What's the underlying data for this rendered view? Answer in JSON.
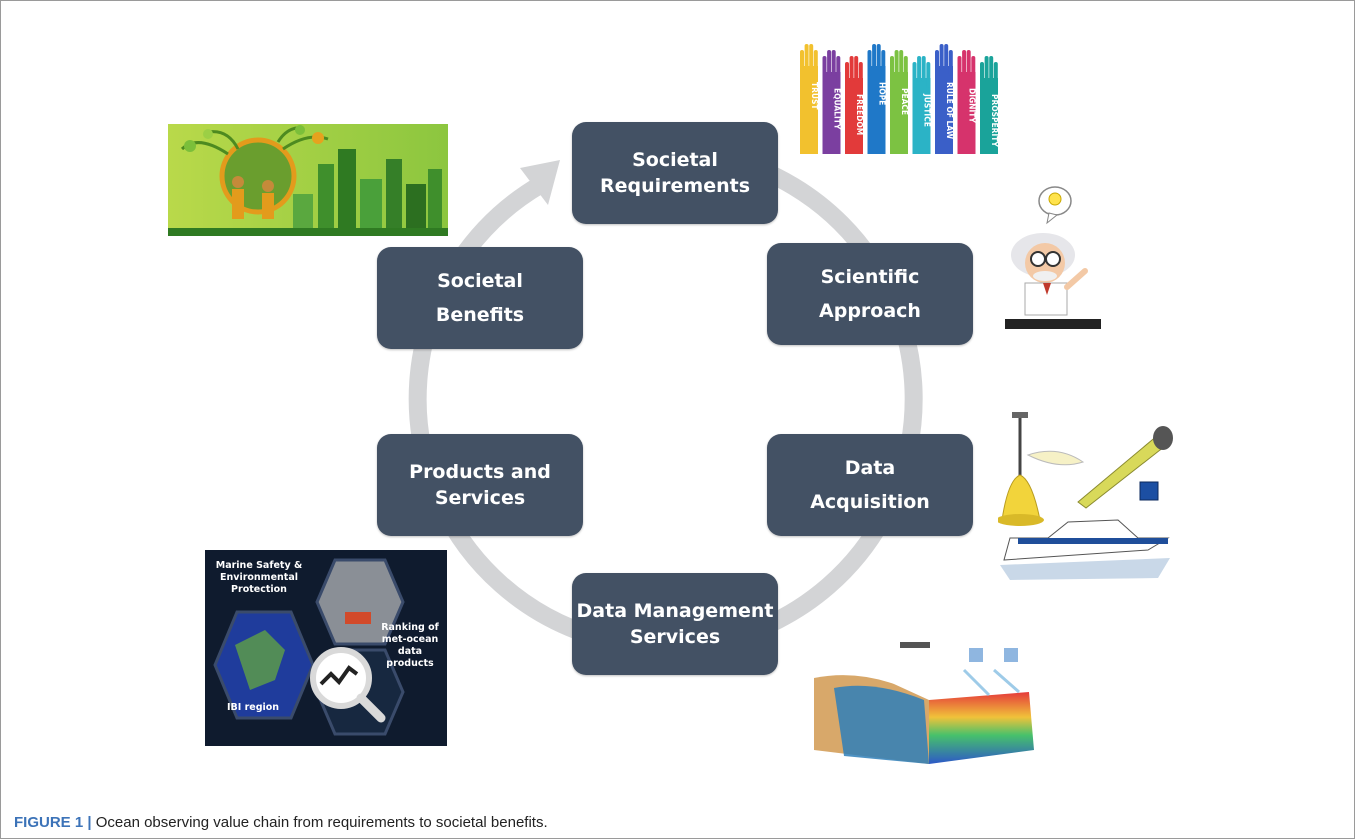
{
  "nodes": {
    "societal_requirements": [
      "Societal",
      "Requirements"
    ],
    "scientific_approach": [
      "Scientific",
      "Approach"
    ],
    "data_acquisition": [
      "Data",
      "Acquisition"
    ],
    "data_management": [
      "Data Management",
      "Services"
    ],
    "products_services": [
      "Products and",
      "Services"
    ],
    "societal_benefits": [
      "Societal",
      "Benefits"
    ]
  },
  "hands_words": [
    "TRUST",
    "EQUALITY",
    "FREEDOM",
    "HOPE",
    "PEACE",
    "JUSTICE",
    "RULE OF LAW",
    "DIGNITY",
    "PROSPERITY"
  ],
  "hex_panel": {
    "marine_safety": [
      "Marine Safety &",
      "Environmental",
      "Protection"
    ],
    "ranking": [
      "Ranking of",
      "met-ocean",
      "data",
      "products"
    ],
    "ibi_region": "IBI region"
  },
  "caption": {
    "label": "FIGURE 1 |",
    "text": " Ocean observing value chain from requirements to societal benefits."
  },
  "colors": {
    "node_fill": "#435164",
    "ring": "#d3d4d6",
    "caption_label": "#3c73b8"
  }
}
